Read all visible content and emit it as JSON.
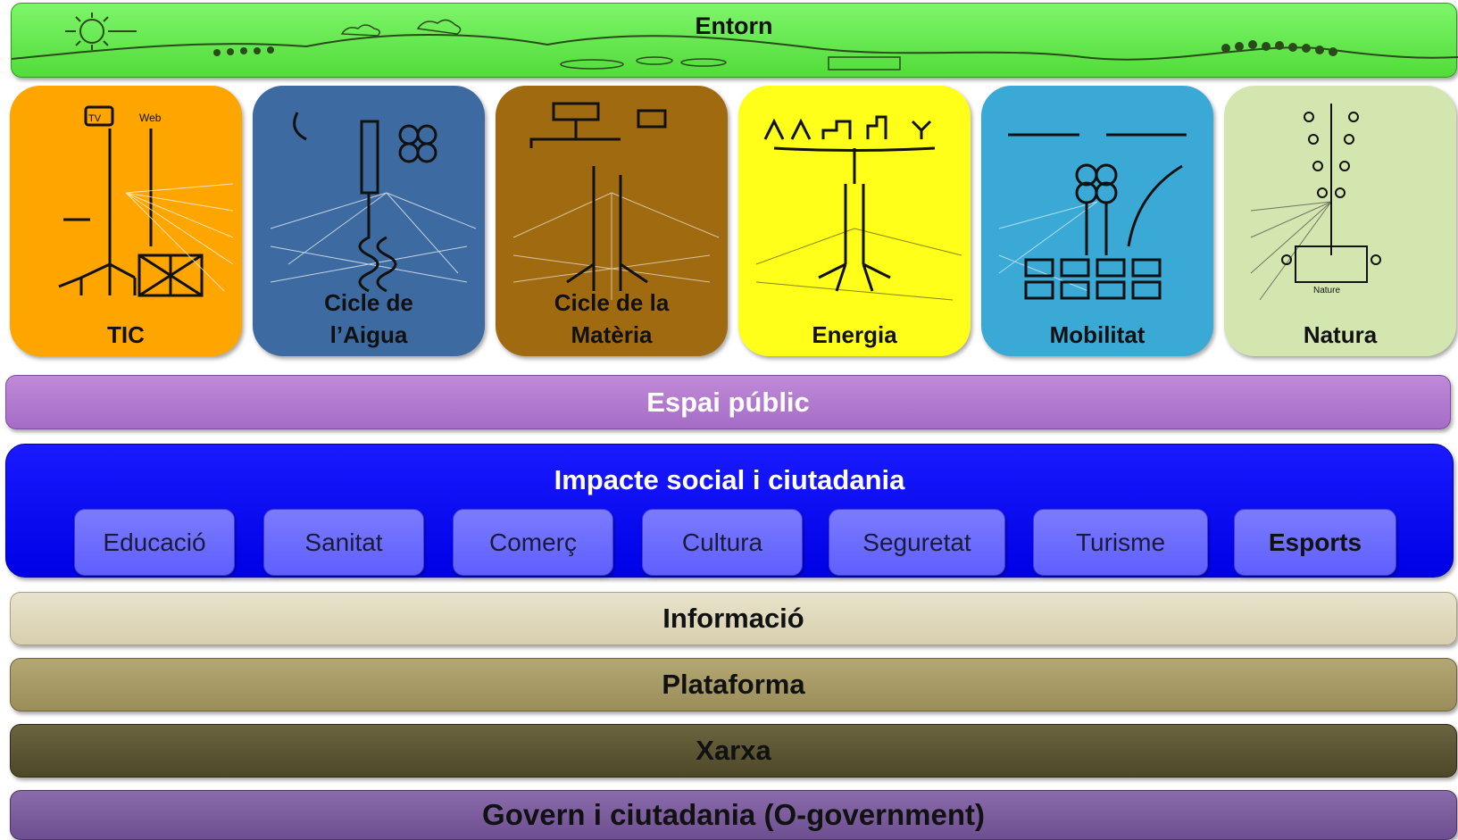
{
  "layers": {
    "entorn": "Entorn",
    "espai_public": "Espai públic",
    "impacte": "Impacte social i ciutadania",
    "informacio": "Informació",
    "plataforma": "Plataforma",
    "xarxa": "Xarxa",
    "govern": "Govern i ciutadania (O-government)"
  },
  "tiles": [
    {
      "label": "TIC",
      "color": "#ffa500",
      "icon_labels": [
        "TV",
        "Web"
      ]
    },
    {
      "label": "Cicle de\nl’Aigua",
      "color": "#3d6aa0"
    },
    {
      "label": "Cicle de la\nMatèria",
      "color": "#a06a10"
    },
    {
      "label": "Energia",
      "color": "#ffff1a"
    },
    {
      "label": "Mobilitat",
      "color": "#3aa9d6"
    },
    {
      "label": "Natura",
      "color": "#d4e6b0",
      "icon_labels": [
        "Nature"
      ]
    }
  ],
  "social_items": [
    "Educació",
    "Sanitat",
    "Comerç",
    "Cultura",
    "Seguretat",
    "Turisme",
    "Esports"
  ]
}
